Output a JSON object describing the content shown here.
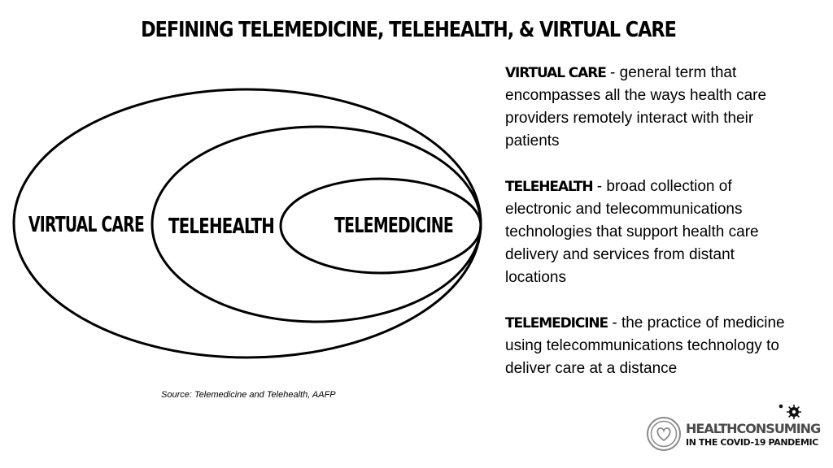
{
  "title": "DEFINING TELEMEDICINE, TELEHEALTH, & VIRTUAL CARE",
  "diagram": {
    "outer_label": "VIRTUAL CARE",
    "middle_label": "TELEHEALTH",
    "inner_label": "TELEMEDICINE"
  },
  "source": "Source: Telemedicine and Telehealth, AAFP",
  "definitions": [
    {
      "term": "VIRTUAL CARE",
      "separator": " - ",
      "text": "general term that encompasses all the ways health care providers remotely interact with their patients"
    },
    {
      "term": "TELEHEALTH",
      "separator": " - ",
      "text": "broad collection of electronic and telecommunications technologies that support health care delivery and services from distant locations"
    },
    {
      "term": "TELEMEDICINE",
      "separator": " - ",
      "text": "the practice of medicine using telecommunications technology to deliver care at a distance"
    }
  ],
  "logo": {
    "line1": "HEALTHCONSUMING",
    "line2": "IN THE COVID-19 PANDEMIC",
    "icons": [
      "heart-badge-icon",
      "virus-icon"
    ]
  }
}
